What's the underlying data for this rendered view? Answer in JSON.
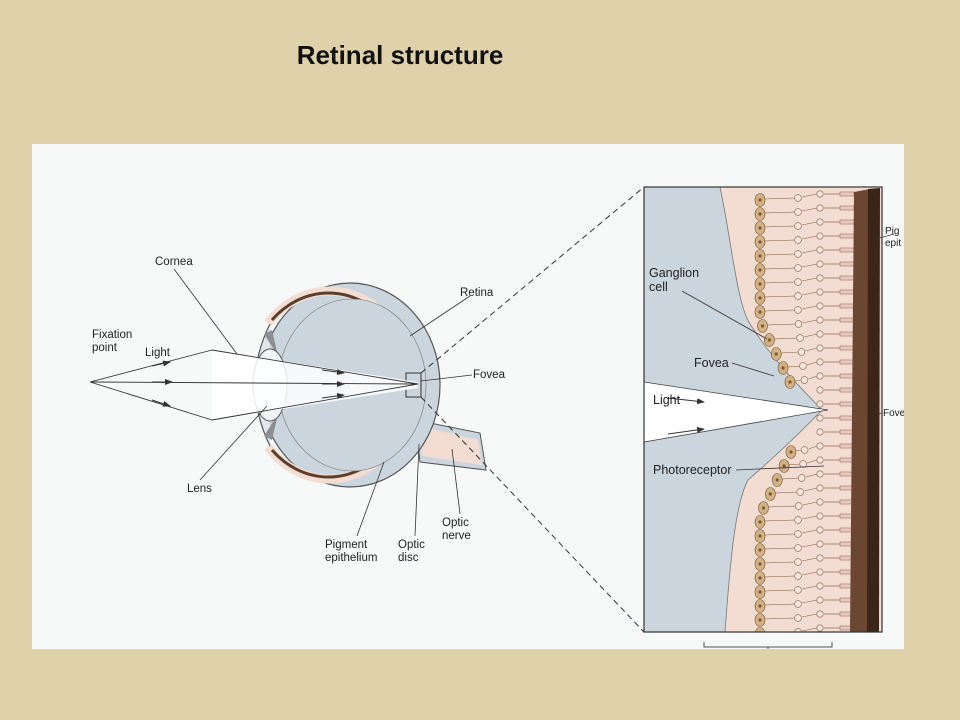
{
  "slide": {
    "title": "Retinal structure"
  },
  "eye_diagram": {
    "labels": {
      "cornea": "Cornea",
      "fixation_point": [
        "Fixation",
        "point"
      ],
      "light": "Light",
      "lens": "Lens",
      "retina": "Retina",
      "fovea": "Fovea",
      "pigment_epithelium": [
        "Pigment",
        "epithelium"
      ],
      "optic_disc": [
        "Optic",
        "disc"
      ],
      "optic_nerve": [
        "Optic",
        "nerve"
      ]
    }
  },
  "fovea_detail": {
    "labels": {
      "ganglion_cell": [
        "Ganglion",
        "cell"
      ],
      "fovea": "Fovea",
      "light": "Light",
      "photoreceptor": "Photoreceptor",
      "edge_pigment_epithelium": [
        "Pig",
        "epit"
      ],
      "edge_fovea": "Fove"
    }
  },
  "colors": {
    "background": "#dfd1aa",
    "panel": "#f7f8f8",
    "eye_gray": "#cbd5de",
    "retina_pink": "#f3dcd1",
    "pigment": "#5c3e2a",
    "ganglion_tan": "#d4b184"
  }
}
